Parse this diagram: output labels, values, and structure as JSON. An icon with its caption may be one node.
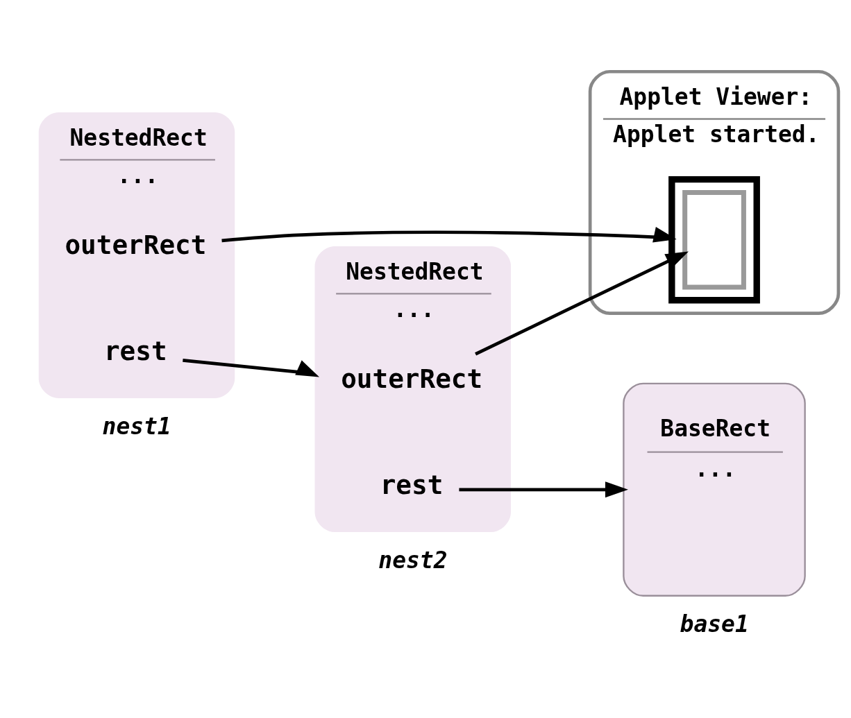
{
  "diagram": {
    "nodes": [
      {
        "text": [
          "NestedRect",
          "..."
        ],
        "beside": [
          "nest1"
        ]
      },
      {
        "text": [
          "outerRect"
        ],
        "in": 0
      },
      {
        "text": [
          "rest"
        ],
        "in": 0
      },
      {
        "text": [
          "NestedRect",
          "..."
        ],
        "beside": [
          "nest2"
        ]
      },
      {
        "text": [
          "outerRect"
        ],
        "in": 3
      },
      {
        "text": [
          "rest"
        ],
        "in": 3
      },
      {
        "text": [
          "BaseRect",
          "..."
        ],
        "beside": [
          "base1"
        ]
      },
      {
        "text": [
          "Applet Viewer:",
          "Applet started."
        ]
      },
      {
        "text": [],
        "shape": "box",
        "in": 7
      },
      {
        "text": [],
        "shape": "box",
        "in": 8
      }
    ],
    "edges": [
      {
        "from": 1,
        "to": 8,
        "arrow": "to"
      },
      {
        "from": 2,
        "to": 3,
        "arrow": "to"
      },
      {
        "from": 4,
        "to": 9,
        "arrow": "to"
      },
      {
        "from": 5,
        "to": 6,
        "arrow": "to"
      }
    ]
  }
}
